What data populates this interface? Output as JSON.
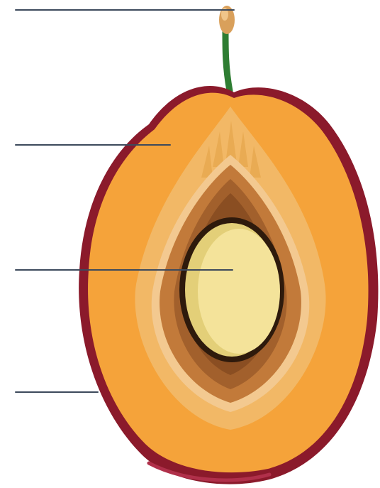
{
  "diagram": {
    "labels": [
      {
        "id": "stalk",
        "text": ""
      },
      {
        "id": "flesh",
        "text": ""
      },
      {
        "id": "seed",
        "text": ""
      },
      {
        "id": "skin",
        "text": ""
      }
    ]
  },
  "colors": {
    "skin": "#8b1a2b",
    "skin_highlight": "#b0304a",
    "flesh": "#f5a33a",
    "flesh_inner": "#f2b866",
    "pit_outer": "#f3c990",
    "pit_mid": "#c27a3a",
    "pit_dark": "#8a4e22",
    "pit_core": "#5a3115",
    "seed_outline": "#2e1a0c",
    "seed": "#f4e39a",
    "seed_shadow": "#e3cf78",
    "stalk": "#2e7d32",
    "stalk_tip": "#d9a05b",
    "leader_line": "#3d4a5c"
  }
}
